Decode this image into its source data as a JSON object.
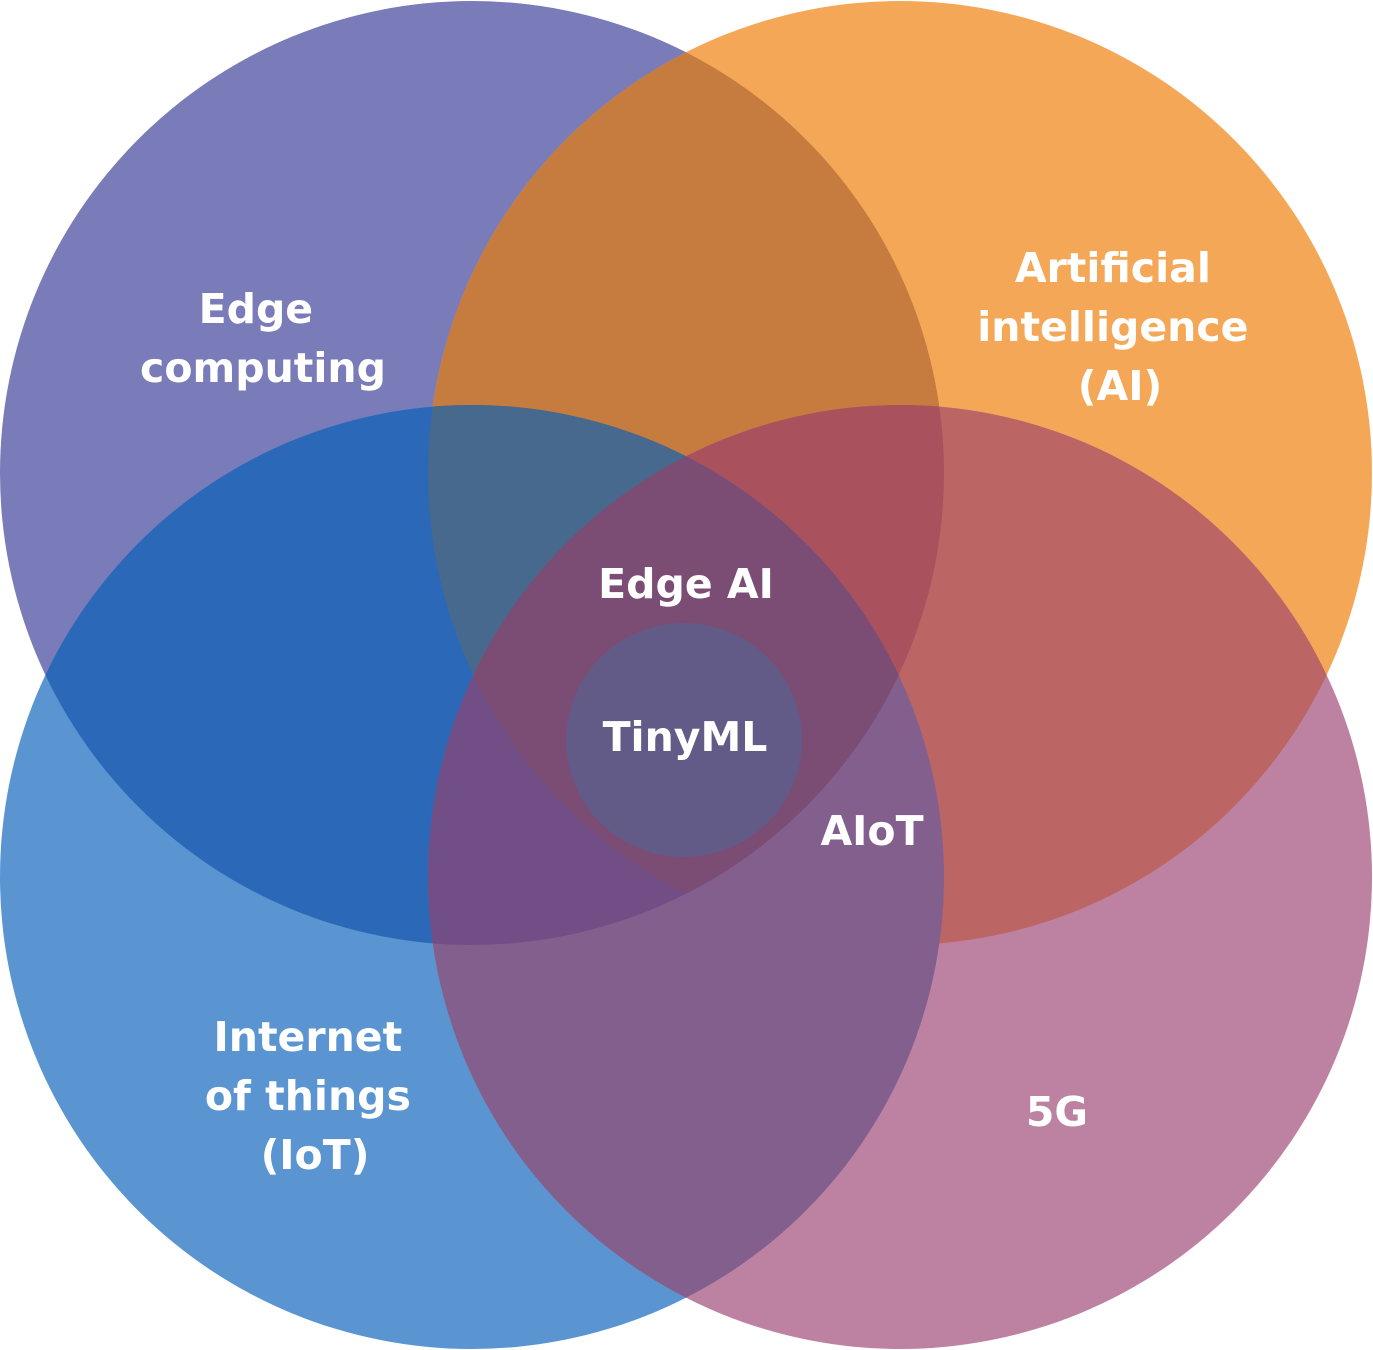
{
  "diagram": {
    "type": "venn",
    "sets": [
      {
        "id": "edge",
        "lines": [
          "Edge",
          "computing"
        ],
        "color": "#7a7bb9"
      },
      {
        "id": "ai",
        "lines": [
          "Artificial",
          "intelligence",
          "(AI)"
        ],
        "color": "#f5a758"
      },
      {
        "id": "iot",
        "lines": [
          "Internet",
          "of things",
          "(IoT)"
        ],
        "color": "#5a95d2"
      },
      {
        "id": "fiveg",
        "lines": [
          "5G"
        ],
        "color": "#bd82a1"
      }
    ],
    "overlap_labels": {
      "edge_ai": "Edge AI",
      "aiot": "AIoT"
    },
    "center": {
      "label": "TinyML",
      "color": "#635b87"
    },
    "region_colors": {
      "edge_ai": "#c67b3f",
      "edge_iot": "#2b69b8",
      "edge_iot_ai": "#46698d",
      "ai_5g": "#bb6565",
      "edge_ai_5g": "#a9525e",
      "iot_5g": "#835f8e",
      "edge_iot_5g": "#724e87",
      "all_four": "#7b4d74"
    }
  }
}
